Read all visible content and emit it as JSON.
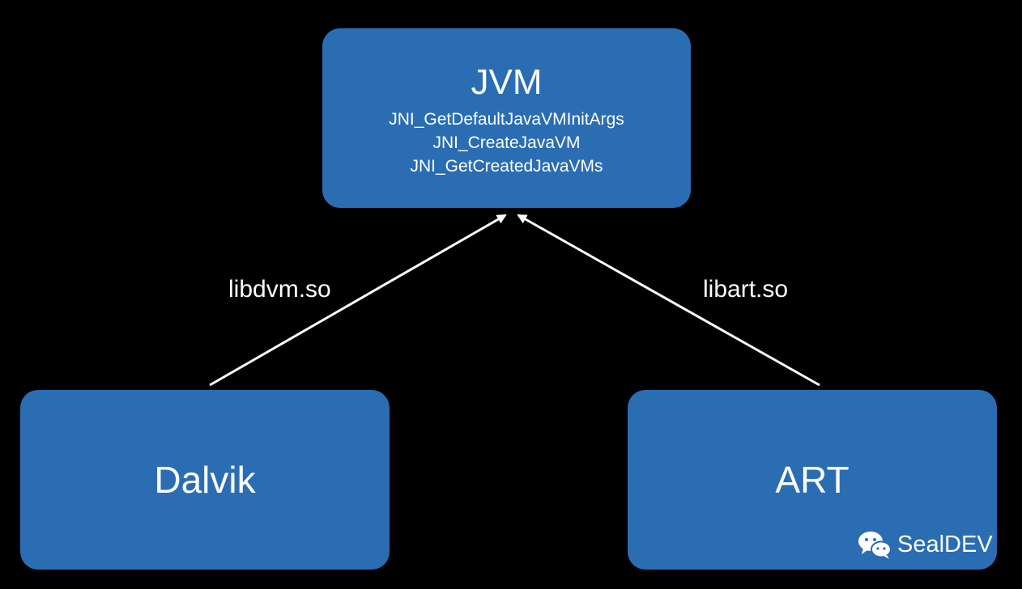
{
  "jvm": {
    "title": "JVM",
    "functions": [
      "JNI_GetDefaultJavaVMInitArgs",
      "JNI_CreateJavaVM",
      "JNI_GetCreatedJavaVMs"
    ]
  },
  "dalvik": {
    "title": "Dalvik"
  },
  "art": {
    "title": "ART"
  },
  "edges": {
    "dalvik_to_jvm": "libdvm.so",
    "art_to_jvm": "libart.so"
  },
  "watermark": {
    "text": "SealDEV",
    "icon": "wechat-icon"
  },
  "colors": {
    "background": "#000000",
    "box_fill": "#2a6db3",
    "text": "#ffffff",
    "arrow": "#ffffff"
  }
}
